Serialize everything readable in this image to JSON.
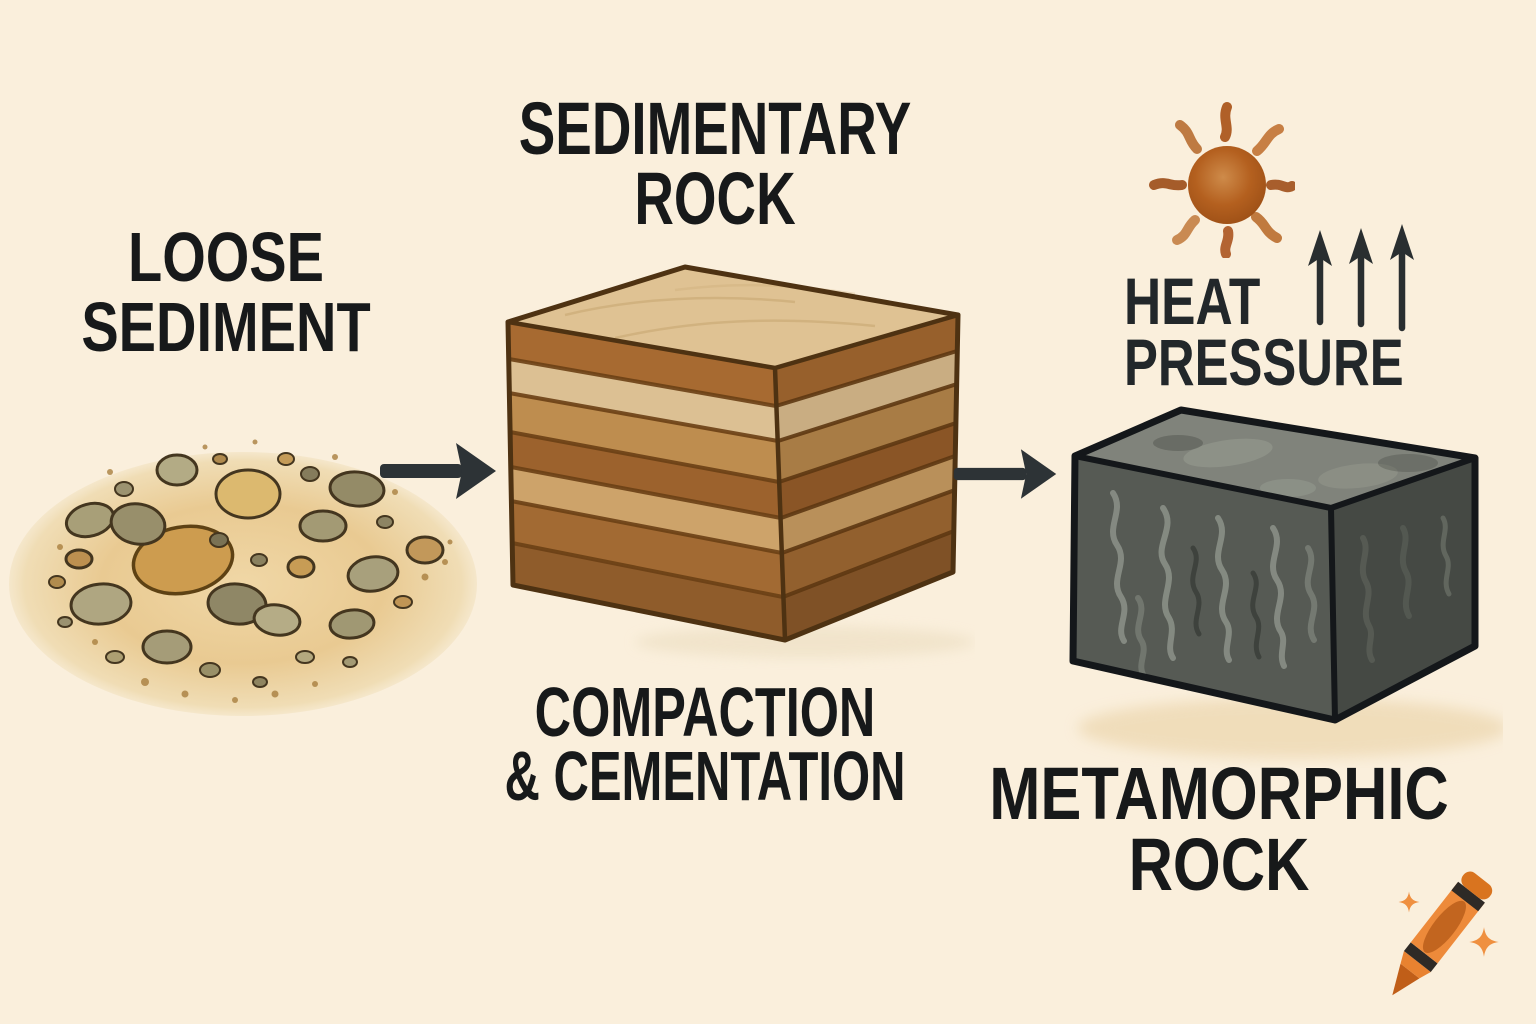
{
  "palette": {
    "background": "#FAEFDC",
    "ink": "#17191A",
    "soft_ink": "#22272A",
    "flow_arrow": "#2D3336",
    "sand": "#E9CA92",
    "pebble_olive": "#A09873",
    "pebble_tan": "#CD9C4F",
    "sedimentary_layer_brown": "#A76A31",
    "sedimentary_layer_cream": "#DCC093",
    "sedimentary_top": "#DFC293",
    "sedimentary_outline": "#4E3212",
    "metamorphic_front": "#565A54",
    "metamorphic_right": "#454944",
    "metamorphic_top": "#80837B",
    "metamorphic_outline": "#14171A",
    "sun_orange": "#B4601F",
    "logo_orange": "#ED8A3A"
  },
  "labels": {
    "loose_sediment": {
      "line1": "LOOSE",
      "line2": "SEDIMENT"
    },
    "sedimentary_rock": {
      "line1": "SEDIMENTARY",
      "line2": "ROCK"
    },
    "compaction": {
      "line1": "COMPACTION",
      "line2": "& CEMENTATION"
    },
    "heat": "HEAT",
    "pressure": "PRESSURE",
    "metamorphic_rock": {
      "line1": "METAMORPHIC",
      "line2": "ROCK"
    }
  },
  "icons": {
    "sun": "sun-icon",
    "pressure_arrows": "triple-up-arrows-icon",
    "flow_arrow": "arrow-right-icon",
    "logo": "crayon-logo-icon"
  },
  "diagram": {
    "type": "process-flow",
    "style": "hand-drawn illustration",
    "stages": [
      {
        "name": "loose-sediment",
        "depiction": "pile of sand with pebbles"
      },
      {
        "name": "sedimentary-rock",
        "depiction": "layered brown rock block",
        "process": "compaction & cementation"
      },
      {
        "name": "metamorphic-rock",
        "depiction": "dark gray foliated rock block",
        "conditions": "heat, pressure"
      }
    ]
  }
}
